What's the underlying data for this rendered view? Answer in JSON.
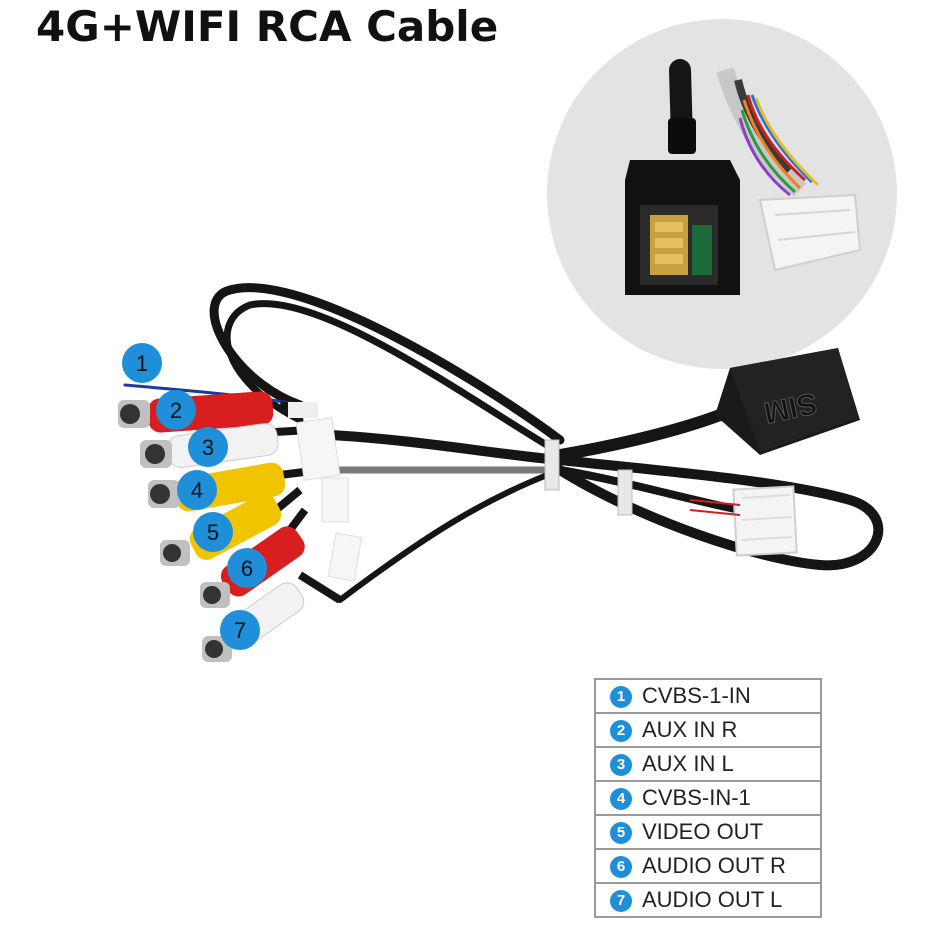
{
  "title": "4G+WIFI RCA Cable",
  "sim_label": "SIM",
  "legend": [
    {
      "num": "1",
      "label": "CVBS-1-IN"
    },
    {
      "num": "2",
      "label": "AUX IN R"
    },
    {
      "num": "3",
      "label": "AUX IN L"
    },
    {
      "num": "4",
      "label": "CVBS-IN-1"
    },
    {
      "num": "5",
      "label": "VIDEO OUT"
    },
    {
      "num": "6",
      "label": "AUDIO OUT R"
    },
    {
      "num": "7",
      "label": "AUDIO OUT L"
    }
  ],
  "colors": {
    "red": "#d81e1e",
    "white": "#f2f2f2",
    "yellow": "#f0c400",
    "badge": "#1e8fd8",
    "cable": "#151515",
    "inset_bg": "#e3e3e3"
  }
}
